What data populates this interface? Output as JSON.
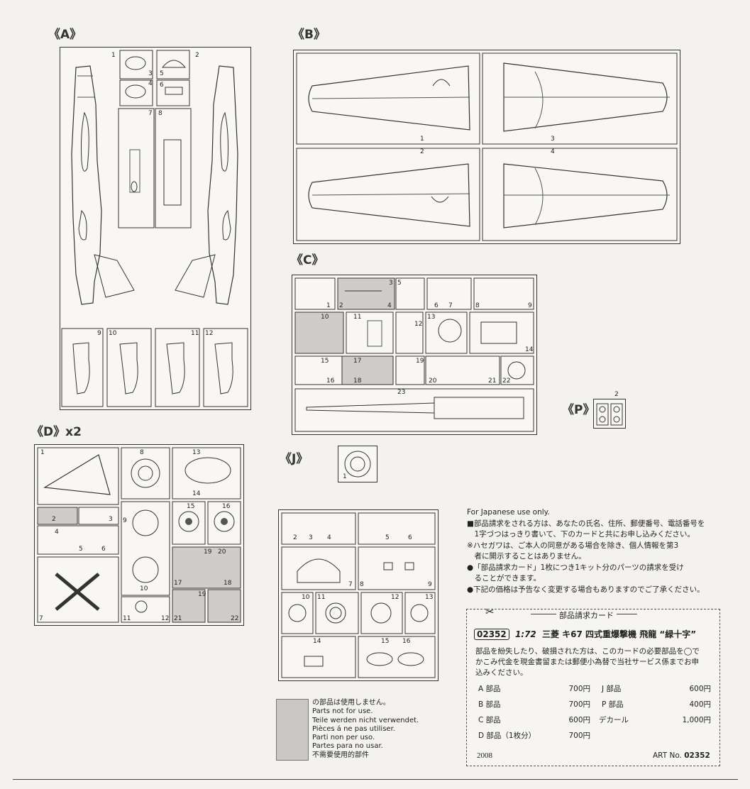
{
  "sections": {
    "A": "《A》",
    "B": "《B》",
    "C": "《C》",
    "D": "《D》x2",
    "J": "《J》",
    "P": "《P》"
  },
  "parts_A": [
    "1",
    "2",
    "3",
    "4",
    "5",
    "6",
    "7",
    "8",
    "9",
    "10",
    "11",
    "12"
  ],
  "parts_B": [
    "1",
    "2",
    "3",
    "4"
  ],
  "parts_C": [
    "1",
    "2",
    "3",
    "4",
    "5",
    "6",
    "7",
    "8",
    "9",
    "10",
    "11",
    "12",
    "13",
    "14",
    "15",
    "16",
    "17",
    "18",
    "19",
    "20",
    "21",
    "22",
    "23"
  ],
  "parts_D": [
    "1",
    "2",
    "3",
    "4",
    "5",
    "6",
    "7",
    "8",
    "9",
    "10",
    "11",
    "12",
    "13",
    "14",
    "15",
    "16",
    "17",
    "18",
    "19",
    "20",
    "21",
    "22"
  ],
  "parts_J": [
    "1",
    "2",
    "3",
    "4",
    "5",
    "6",
    "7",
    "8",
    "9",
    "10",
    "11",
    "12",
    "13",
    "14",
    "15",
    "16"
  ],
  "parts_P": [
    "2"
  ],
  "info": {
    "line1": "For Japanese use only.",
    "line2": "■部品請求をされる方は、あなたの氏名、住所、郵便番号、電話番号を",
    "line3": "　1字づつはっきり書いて、下のカードと共にお申し込みください。",
    "line4": "※ハセガワは、ご本人の同意がある場合を除き、個人情報を第3",
    "line5": "　者に開示することはありません。",
    "line6": "●「部品請求カード」1枚につき1キット分のパーツの請求を受け",
    "line7": "　ることができます。",
    "line8": "●下記の価格は予告なく変更する場合もありますのでご了承ください。"
  },
  "card": {
    "title": "部品請求カード",
    "code": "02352",
    "scale": "1:72",
    "name": "三菱 キ67 四式重爆撃機 飛龍 “緑十字”",
    "desc1": "部品を紛失したり、破損された方は、このカードの必要部品を◯で",
    "desc2": "かこみ代金を現金書留または郵便小為替で当社サービス係までお申",
    "desc3": "込みください。",
    "prices": [
      {
        "label": "A 部品",
        "price": "700円"
      },
      {
        "label": "J 部品",
        "price": "600円"
      },
      {
        "label": "B 部品",
        "price": "700円"
      },
      {
        "label": "P 部品",
        "price": "400円"
      },
      {
        "label": "C 部品",
        "price": "600円"
      },
      {
        "label": "デカール",
        "price": "1,000円"
      },
      {
        "label": "D 部品（1枚分）",
        "price": "700円"
      }
    ],
    "year": "2008",
    "art_label": "ART No.",
    "art_no": "02352"
  },
  "legend": [
    "の部品は使用しません。",
    "Parts not for use.",
    "Teile werden nicht verwendet.",
    "Pièces á ne pas utiliser.",
    "Parti non per uso.",
    "Partes para no usar.",
    "不需要使用的部件"
  ],
  "colors": {
    "line": "#333333",
    "gray": "#cfcdca",
    "paper": "#f3f2ef"
  }
}
